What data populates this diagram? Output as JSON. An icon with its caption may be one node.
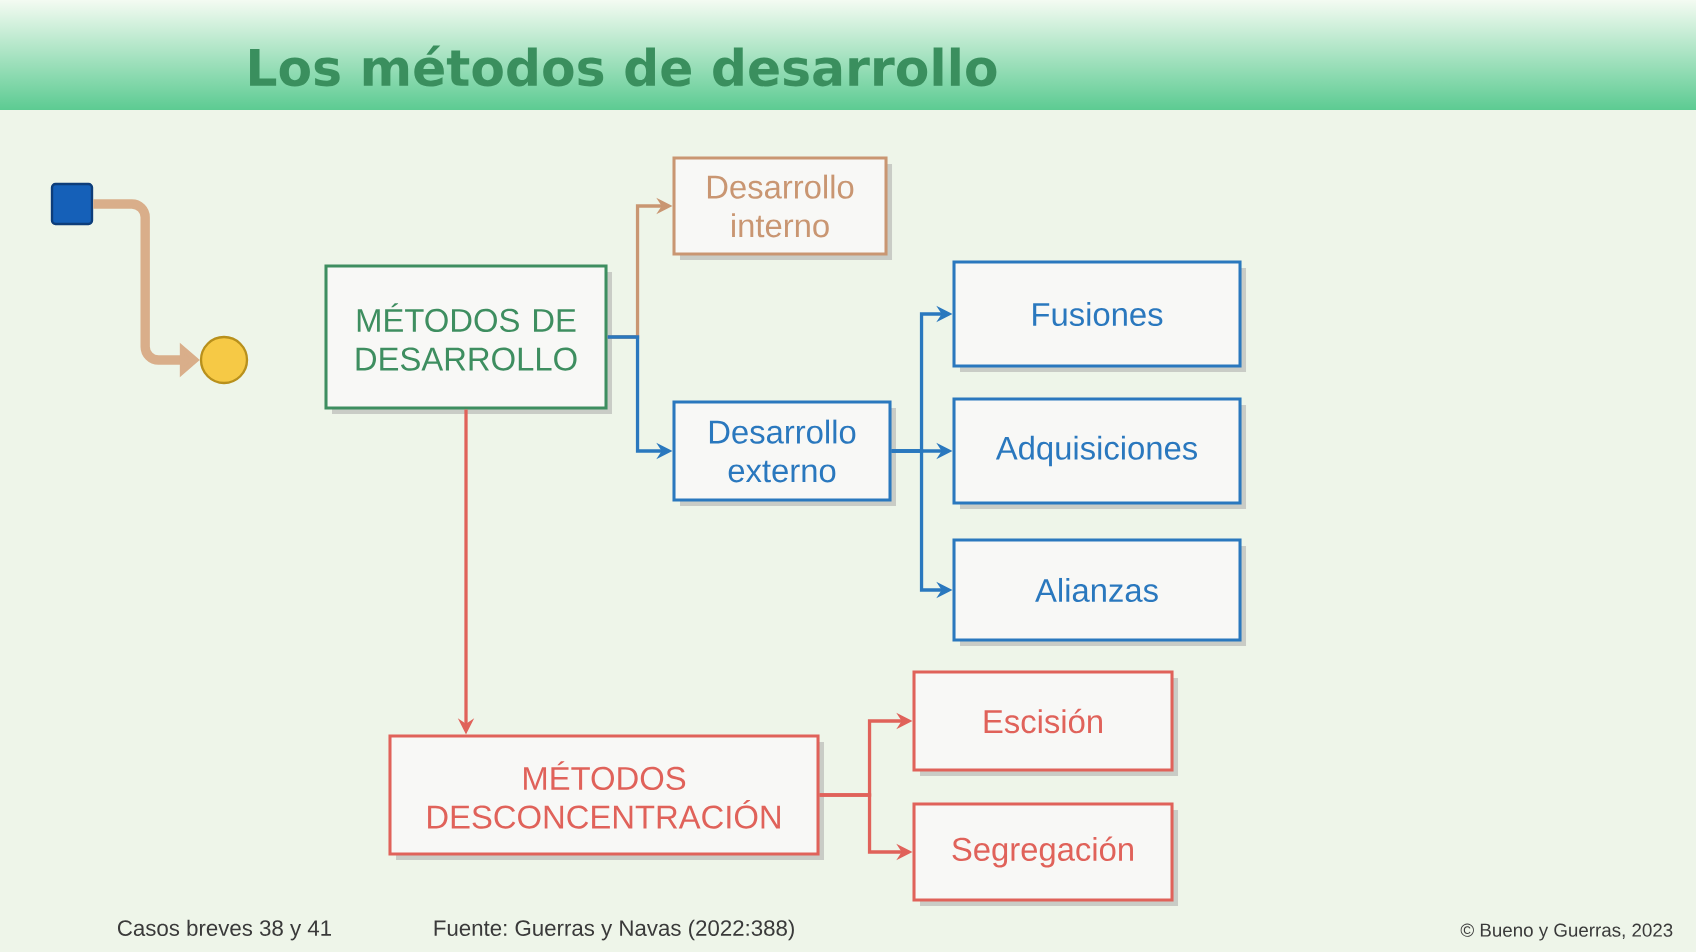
{
  "diagram": {
    "title": "Los métodos de desarrollo",
    "nodes": [
      {
        "text": [
          "MÉTODOS DE DESARROLLO"
        ]
      },
      {
        "text": [
          "Desarrollo interno"
        ]
      },
      {
        "text": [
          "Desarrollo externo"
        ]
      },
      {
        "text": [
          "Fusiones"
        ]
      },
      {
        "text": [
          "Adquisiciones"
        ]
      },
      {
        "text": [
          "Alianzas"
        ]
      },
      {
        "text": [
          "MÉTODOS DESCONCENTRACIÓN"
        ]
      },
      {
        "text": [
          "Escisión"
        ]
      },
      {
        "text": [
          "Segregación"
        ]
      },
      {
        "text": [],
        "shape": "box"
      },
      {
        "text": [],
        "shape": "circle"
      }
    ],
    "edges": [
      {
        "from": 0,
        "to": 1,
        "arrow": "to",
        "color": "#c99672"
      },
      {
        "from": 0,
        "to": 2,
        "arrow": "to"
      },
      {
        "from": 2,
        "to": 3,
        "arrow": "to"
      },
      {
        "from": 2,
        "to": 4,
        "arrow": "to"
      },
      {
        "from": 2,
        "to": 5,
        "arrow": "to"
      },
      {
        "from": 0,
        "to": 6,
        "arrow": "to",
        "color": "#e0625a"
      },
      {
        "from": 6,
        "to": 7,
        "arrow": "to",
        "color": "#e0625a"
      },
      {
        "from": 6,
        "to": 8,
        "arrow": "to",
        "color": "#e0625a"
      },
      {
        "from": 9,
        "to": 10,
        "arrow": "to",
        "style": "thick",
        "color": "#d9ae8a"
      }
    ],
    "labels": [
      "Casos breves 38 y 41",
      "Fuente: Guerras y Navas (2022:388)",
      "© Bueno y Guerras, 2023"
    ]
  }
}
